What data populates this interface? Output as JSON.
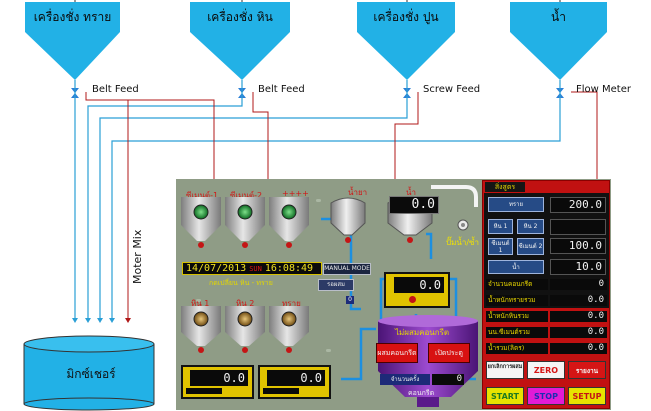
{
  "hoppers": [
    {
      "label": "เครื่องชั่ง ทราย",
      "feed": "Belt Feed"
    },
    {
      "label": "เครื่องชั่ง หิน",
      "feed": "Belt Feed"
    },
    {
      "label": "เครื่องชั่ง ปูน",
      "feed": "Screw Feed"
    },
    {
      "label": "น้ำ",
      "feed": "Flow Meter"
    }
  ],
  "motor_label": "Moter Mix",
  "mixer_label": "มิกซ์เชอร์",
  "hmi": {
    "cement_silos": [
      "ซีเมนต์-1",
      "ซีเมนต์-2",
      "++++"
    ],
    "water_tank_label": "น้ำยา",
    "water_tank2_label": "น้ำ",
    "water_value": "0.0",
    "water_status": "ปั๊มน้ำ/ซ้ำ",
    "date": "14/07/2013",
    "day": "SUN",
    "time": "16:08:49",
    "mode_button": "MANUAL MODE",
    "mode_caption": "กดเปลี่ยน หิน - ทราย",
    "mode_small": "รอผสม",
    "mode_count": "0",
    "aggregate_silos": [
      "หิน 1",
      "หิน 2",
      "ทราย"
    ],
    "scale_left_value": "0.0",
    "scale_mid_value": "0.0",
    "scale_center_value": "0.0",
    "mixer_title": "ไม่ผสมคอนกรีต",
    "btn_mix": "ผสมคอนกรีต",
    "btn_discharge": "เปิดประตู",
    "batch_label": "จำนวนครั้ง",
    "batch_value": "0",
    "mixer_bottom": "คอนกรีต"
  },
  "control": {
    "tab": "สิ่งสูตร",
    "sand_btn": "ทราย",
    "sand_value": "200.0",
    "stone1_btn": "หิน 1",
    "stone2_btn": "หิน 2",
    "cement1_btn": "ซีเมนต์ 1",
    "cement2_btn": "ซีเมนต์ 2",
    "cement_value": "100.0",
    "water_btn": "น้ำ",
    "water_value": "10.0",
    "rows": [
      {
        "label": "จำนวนคอนกรีต",
        "value": "0"
      },
      {
        "label": "น้ำหนักทรายรวม",
        "value": "0.0"
      },
      {
        "label": "น้ำหนักหินรวม",
        "value": "0.0"
      },
      {
        "label": "นน.ซีเมนต์รวม",
        "value": "0.0"
      },
      {
        "label": "น้ำรวม(ลิตร)",
        "value": "0.0"
      }
    ],
    "btn_cancel": "ยกเลิกการผสม",
    "btn_zero": "ZERO",
    "btn_report": "รายงาน",
    "btn_start": "START",
    "btn_stop": "STOP",
    "btn_setup": "SETUP"
  },
  "colors": {
    "hopper": "#22b1e6",
    "pipe_blue": "#2a9fd6",
    "pipe_red": "#b01818",
    "panel_bg": "#8f9c86",
    "ctrl_red": "#c11111"
  }
}
